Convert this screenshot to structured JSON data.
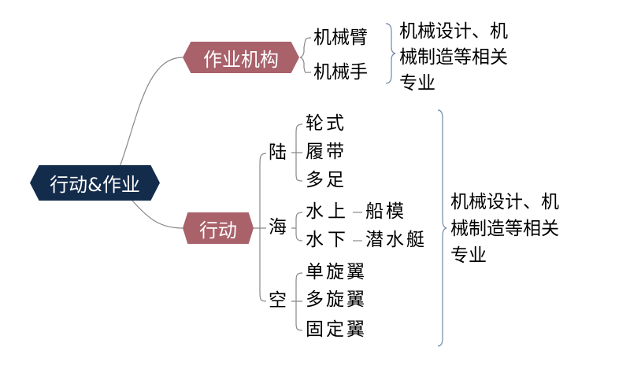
{
  "root": {
    "label": "行动&作业",
    "color": "#142c4c"
  },
  "branches": [
    {
      "label": "作业机构",
      "color": "#a9616a",
      "children": [
        "机械臂",
        "机械手"
      ],
      "note": [
        "机械设计、机",
        "械制造等相关",
        "专业"
      ]
    },
    {
      "label": "行动",
      "color": "#a9616a",
      "children": [
        {
          "label": "陆",
          "items": [
            "轮式",
            "履带",
            "多足"
          ]
        },
        {
          "label": "海",
          "items": [
            {
              "label": "水上",
              "leaf": "船模"
            },
            {
              "label": "水下",
              "leaf": "潜水艇"
            }
          ]
        },
        {
          "label": "空",
          "items": [
            "单旋翼",
            "多旋翼",
            "固定翼"
          ]
        }
      ],
      "note": [
        "机械设计、机",
        "械制造等相关",
        "专业"
      ]
    }
  ]
}
